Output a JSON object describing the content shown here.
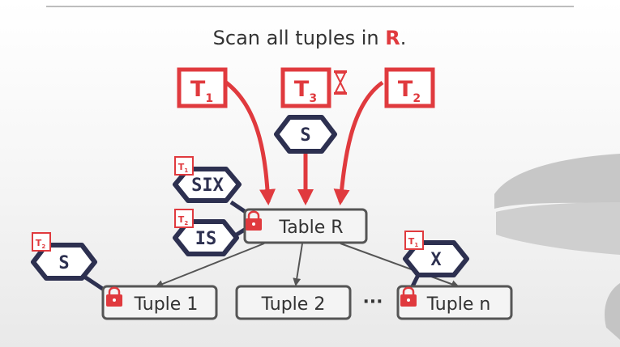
{
  "title": {
    "text": "Scan all tuples in ",
    "highlight": "R",
    "suffix": "."
  },
  "transactions": [
    {
      "label": "T",
      "sub": "1"
    },
    {
      "label": "T",
      "sub": "3",
      "waiting_icon": "hourglass-icon"
    },
    {
      "label": "T",
      "sub": "2"
    }
  ],
  "locks": {
    "t3_request": "S",
    "table_six": "SIX",
    "table_is": "IS",
    "tuple1_s": "S",
    "tuplen_x": "X"
  },
  "tags": {
    "six_tag": {
      "label": "T",
      "sub": "1"
    },
    "is_tag": {
      "label": "T",
      "sub": "2"
    },
    "s_tag": {
      "label": "T",
      "sub": "2"
    },
    "x_tag": {
      "label": "T",
      "sub": "1"
    }
  },
  "nodes": {
    "table": "Table R",
    "tuple1": "Tuple 1",
    "tuple2": "Tuple 2",
    "ellipsis": "···",
    "tuplen": "Tuple n"
  },
  "colors": {
    "accent_red": "#e03a3e",
    "lock_navy": "#2d3050",
    "node_border": "#555555"
  }
}
